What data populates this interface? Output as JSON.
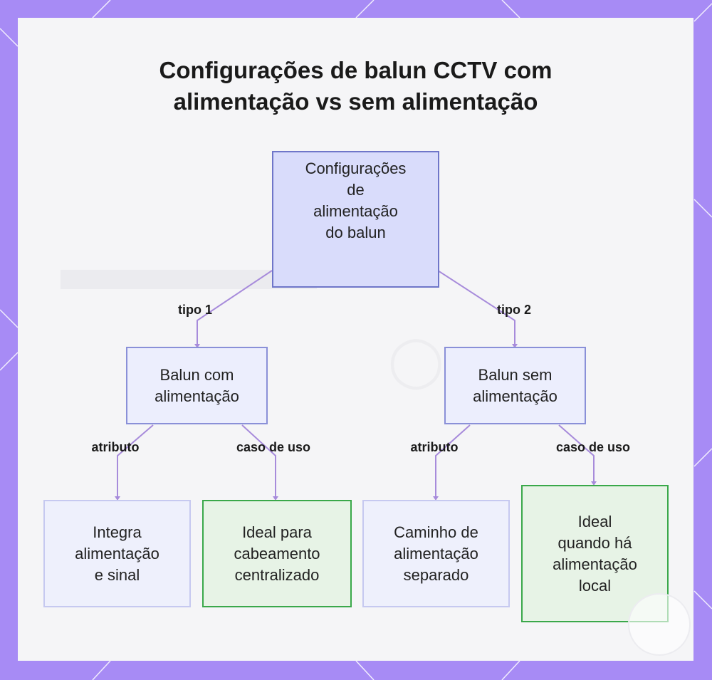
{
  "title": {
    "line1": "Configurações de balun CCTV com",
    "line2": "alimentação vs sem alimentação"
  },
  "root": {
    "lines": [
      "Configurações",
      "de",
      "alimentação",
      "do balun"
    ]
  },
  "branches": [
    {
      "edge_label": "tipo 1",
      "node": {
        "lines": [
          "Balun com",
          "alimentação"
        ]
      },
      "children": [
        {
          "edge_label": "atributo",
          "lines": [
            "Integra",
            "alimentação",
            "e sinal"
          ],
          "style": "blue"
        },
        {
          "edge_label": "caso de uso",
          "lines": [
            "Ideal para",
            "cabeamento",
            "centralizado"
          ],
          "style": "green"
        }
      ]
    },
    {
      "edge_label": "tipo 2",
      "node": {
        "lines": [
          "Balun sem",
          "alimentação"
        ]
      },
      "children": [
        {
          "edge_label": "atributo",
          "lines": [
            "Caminho de",
            "alimentação",
            "separado"
          ],
          "style": "blue"
        },
        {
          "edge_label": "caso de uso",
          "lines": [
            "Ideal",
            "quando há",
            "alimentação",
            "local"
          ],
          "style": "green"
        }
      ]
    }
  ],
  "colors": {
    "frame": "#a78bf5",
    "root_fill": "#d9dcfb",
    "node_border": "#6f76c9",
    "green_border": "#3aa84a",
    "edge": "#a78bdb"
  }
}
